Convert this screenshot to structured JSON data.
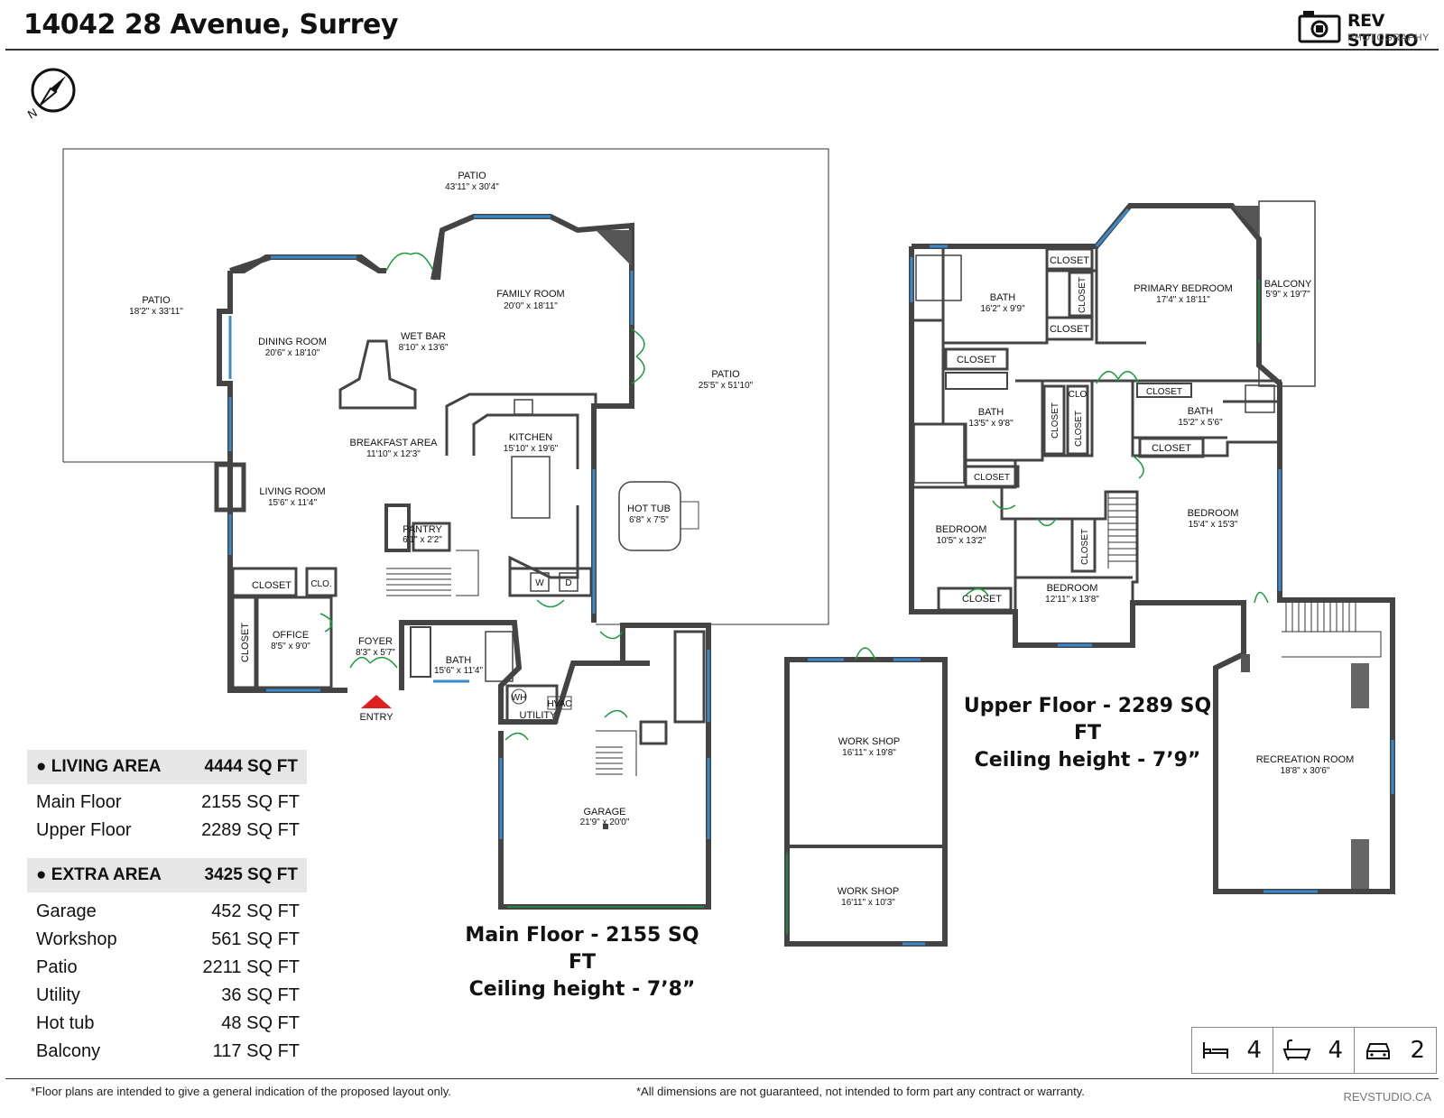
{
  "header": {
    "title": "14042 28 Avenue, Surrey"
  },
  "logo": {
    "name": "REV STUDIO",
    "sub": "PHOTOGRAPHY"
  },
  "compass": {
    "label": "N"
  },
  "main_floor": {
    "caption_line1": "Main Floor - 2155 SQ FT",
    "caption_line2": "Ceiling height - 7’8”",
    "entry_label": "ENTRY",
    "rooms": {
      "patio_top": {
        "name": "PATIO",
        "dim": "43'11\" x 30'4\""
      },
      "patio_left": {
        "name": "PATIO",
        "dim": "18'2\" x 33'11\""
      },
      "patio_right": {
        "name": "PATIO",
        "dim": "25'5\" x 51'10\""
      },
      "family_room": {
        "name": "FAMILY ROOM",
        "dim": "20'0\" x 18'11\""
      },
      "dining_room": {
        "name": "DINING ROOM",
        "dim": "20'6\" x 18'10\""
      },
      "wet_bar": {
        "name": "WET BAR",
        "dim": "8'10\" x 13'6\""
      },
      "breakfast_area": {
        "name": "BREAKFAST AREA",
        "dim": "11'10\" x 12'3\""
      },
      "kitchen": {
        "name": "KITCHEN",
        "dim": "15'10\" x 19'6\""
      },
      "living_room": {
        "name": "LIVING ROOM",
        "dim": "15'6\" x 11'4\""
      },
      "pantry": {
        "name": "PANTRY",
        "dim": "6'1\" x 2'2\""
      },
      "hot_tub": {
        "name": "HOT TUB",
        "dim": "6'8\" x 7'5\""
      },
      "closet_a": {
        "name": "CLOSET"
      },
      "clo": {
        "name": "CLO."
      },
      "closet_vert": {
        "name": "CLOSET"
      },
      "office": {
        "name": "OFFICE",
        "dim": "8'5\" x 9'0\""
      },
      "foyer": {
        "name": "FOYER",
        "dim": "8'3\" x 5'7\""
      },
      "bath": {
        "name": "BATH",
        "dim": "15'6\" x 11'4\""
      },
      "utility": {
        "name": "UTILITY"
      },
      "wh": {
        "name": "WH"
      },
      "hvac": {
        "name": "HVAC"
      },
      "washer": {
        "name": "W"
      },
      "dryer": {
        "name": "D"
      },
      "garage": {
        "name": "GARAGE",
        "dim": "21'9\" x 20'0\""
      }
    }
  },
  "workshop": {
    "rooms": {
      "workshop_a": {
        "name": "WORK SHOP",
        "dim": "16'11\" x 19'8\""
      },
      "workshop_b": {
        "name": "WORK SHOP",
        "dim": "16'11\" x 10'3\""
      }
    }
  },
  "upper_floor": {
    "caption_line1": "Upper  Floor - 2289 SQ FT",
    "caption_line2": "Ceiling height - 7’9”",
    "rooms": {
      "primary_bedroom": {
        "name": "PRIMARY BEDROOM",
        "dim": "17'4\" x 18'11\""
      },
      "balcony": {
        "name": "BALCONY",
        "dim": "5'9\" x 19'7\""
      },
      "bath_main": {
        "name": "BATH",
        "dim": "16'2\" x 9'9\""
      },
      "closet_1": {
        "name": "CLOSET"
      },
      "closet_2": {
        "name": "CLOSET"
      },
      "closet_3": {
        "name": "CLOSET"
      },
      "closet_4": {
        "name": "CLOSET"
      },
      "bath_2": {
        "name": "BATH",
        "dim": "13'5\" x 9'8\""
      },
      "closet_5": {
        "name": "CLOSET"
      },
      "clo_2": {
        "name": "CLO"
      },
      "closet_6": {
        "name": "CLOSET"
      },
      "closet_7": {
        "name": "CLOSET"
      },
      "bath_3": {
        "name": "BATH",
        "dim": "15'2\" x 5'6\""
      },
      "closet_8": {
        "name": "CLOSET"
      },
      "closet_9": {
        "name": "CLOSET"
      },
      "bedroom_1": {
        "name": "BEDROOM",
        "dim": "10'5\" x 13'2\""
      },
      "bedroom_2": {
        "name": "BEDROOM",
        "dim": "12'11\" x 13'8\""
      },
      "bedroom_3": {
        "name": "BEDROOM",
        "dim": "15'4\" x 15'3\""
      },
      "closet_10": {
        "name": "CLOSET"
      },
      "closet_11": {
        "name": "CLOSET"
      },
      "recreation_room": {
        "name": "RECREATION  ROOM",
        "dim": "18'8\" x 30'6\""
      }
    }
  },
  "areas": {
    "living": {
      "label": "LIVING AREA",
      "value": "4444 SQ FT",
      "rows": [
        {
          "label": "Main Floor",
          "value": "2155 SQ FT"
        },
        {
          "label": "Upper Floor",
          "value": "2289 SQ FT"
        }
      ]
    },
    "extra": {
      "label": "EXTRA AREA",
      "value": "3425 SQ FT",
      "rows": [
        {
          "label": "Garage",
          "value": "452 SQ FT"
        },
        {
          "label": "Workshop",
          "value": "561 SQ FT"
        },
        {
          "label": "Patio",
          "value": "2211 SQ FT"
        },
        {
          "label": "Utility",
          "value": "36 SQ FT"
        },
        {
          "label": "Hot tub",
          "value": "48 SQ FT"
        },
        {
          "label": "Balcony",
          "value": "117 SQ FT"
        }
      ]
    }
  },
  "summary": {
    "bedrooms": "4",
    "bathrooms": "4",
    "garage": "2"
  },
  "footer": {
    "left": "*Floor plans are intended to give a general indication of the proposed layout only.",
    "right": "*All dimensions are not guaranteed, not intended to form part any contract or warranty.",
    "site": "REVSTUDIO.CA"
  },
  "colors": {
    "wall": "#444444",
    "window": "#3a8ad0",
    "door": "#1a9a3a",
    "entry_arrow": "#e02020",
    "table_header": "#e6e6e6"
  }
}
